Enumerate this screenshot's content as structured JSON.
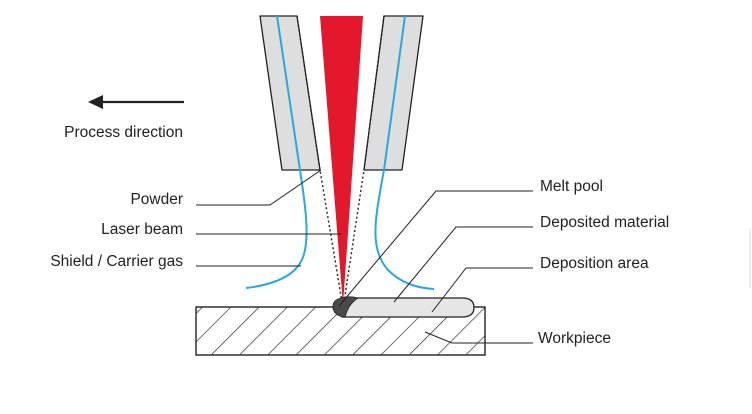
{
  "labels": {
    "process_direction": "Process direction",
    "powder": "Powder",
    "laser_beam": "Laser beam",
    "shield_gas": "Shield / Carrier gas",
    "melt_pool": "Melt pool",
    "deposited_material": "Deposited material",
    "deposition_area": "Deposition area",
    "workpiece": "Workpiece"
  },
  "colors": {
    "laser": "#e3182d",
    "gas": "#29a8e0",
    "nozzle_fill": "#dedede",
    "outline": "#222222",
    "deposit_fill": "#e6e6e6",
    "melt_pool": "#4a4a4a"
  }
}
